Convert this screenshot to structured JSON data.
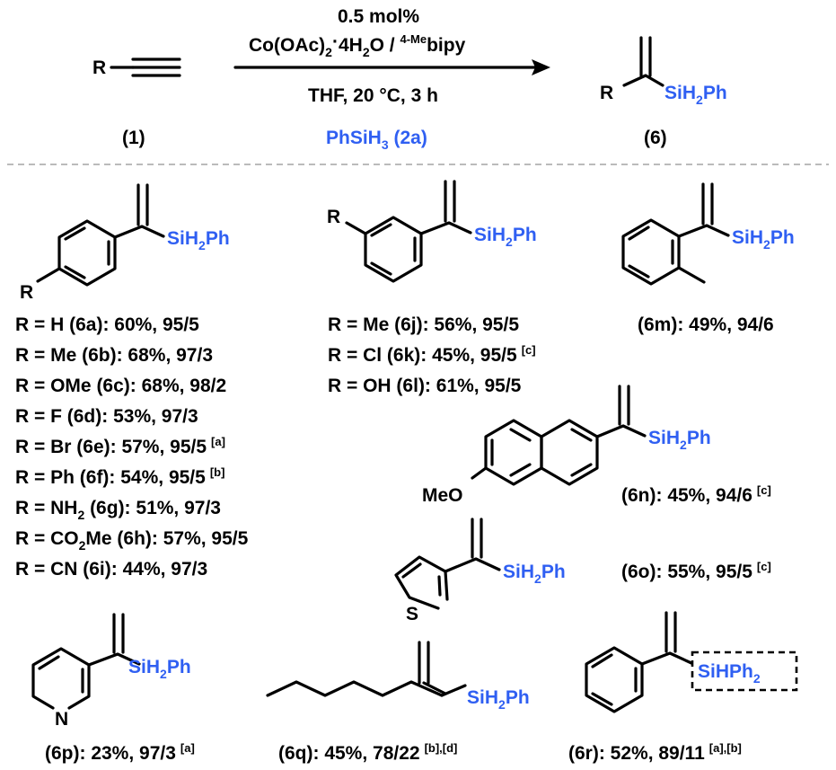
{
  "colors": {
    "silane_blue": "#2f5ff2",
    "bond_black": "#000000",
    "divider_grey": "#bbbbbb"
  },
  "reaction": {
    "reactant_R": "R",
    "reactant_label": "(1)",
    "conditions": {
      "loading": "0.5 mol%",
      "catalyst": "Co(OAc)",
      "catalyst_sub": "2",
      "catalyst_dot": "·",
      "catalyst_water": "4H",
      "catalyst_water_sub": "2",
      "catalyst_tail": "O / ",
      "ligand_sup": "4-Me",
      "ligand": "bipy",
      "solvent_temp_time": "THF, 20 °C, 3 h",
      "silane": "PhSiH",
      "silane_sub": "3",
      "silane_tail": " (2a)"
    },
    "product_R": "R",
    "product_label": "(6)",
    "silyl_group": {
      "main": "SiH",
      "sub": "2",
      "tail": "Ph"
    }
  },
  "para_series": {
    "R": "R",
    "entries": [
      {
        "text": "R = H (6a): 60%, 95/5"
      },
      {
        "text": "R = Me (6b): 68%, 97/3"
      },
      {
        "text": "R = OMe (6c): 68%, 98/2"
      },
      {
        "text": "R = F (6d): 53%, 97/3"
      },
      {
        "text": "R = Br (6e): 57%, 95/5",
        "note": "[a]"
      },
      {
        "text": "R = Ph (6f): 54%, 95/5",
        "note": "[b]"
      },
      {
        "text": "R = NH",
        "sub": "2",
        "tail": " (6g): 51%, 97/3"
      },
      {
        "text": "R = CO",
        "sub": "2",
        "tail": "Me (6h): 57%, 95/5"
      },
      {
        "text": "R = CN (6i): 44%, 97/3"
      }
    ]
  },
  "meta_series": {
    "R": "R",
    "entries": [
      {
        "text": "R = Me (6j): 56%, 95/5"
      },
      {
        "text": "R = Cl (6k): 45%, 95/5",
        "note": "[c]"
      },
      {
        "text": "R = OH (6l): 61%, 95/5"
      }
    ]
  },
  "ortho": {
    "text": "(6m): 49%, 94/6"
  },
  "naphthyl": {
    "meo": "MeO",
    "text": "(6n): 45%, 94/6",
    "note": "[c]"
  },
  "thienyl": {
    "S": "S",
    "text": "(6o): 55%, 95/5",
    "note": "[c]"
  },
  "pyridyl": {
    "N": "N",
    "text": "(6p): 23%, 97/3",
    "note": "[a]"
  },
  "alkyl": {
    "text": "(6q): 45%, 78/22",
    "note": "[b],[d]"
  },
  "diphenyl": {
    "text": "(6r): 52%, 89/11",
    "note": "[a],[b]",
    "silyl": {
      "main": "SiHPh",
      "sub": "2"
    }
  }
}
